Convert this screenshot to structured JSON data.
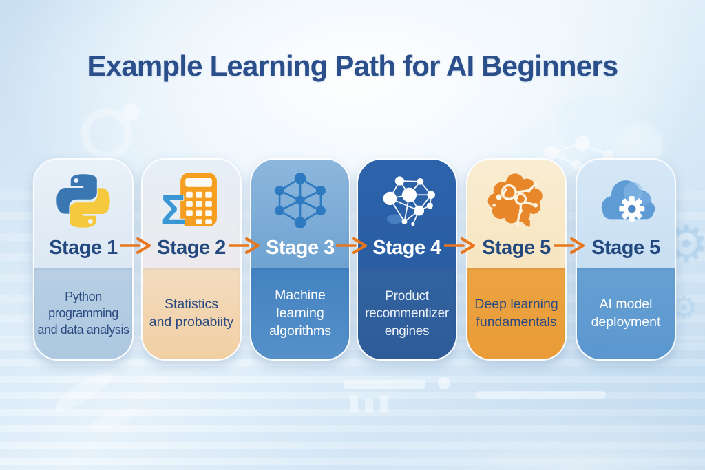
{
  "title": "Example Learning Path for AI Beginners",
  "arrow_color": "#e8761d",
  "title_color": "#2b4f8a",
  "stages": [
    {
      "label": "Stage 1",
      "icon": "python-icon",
      "description": "Python\nprogramming\nand data analysis",
      "theme": {
        "top": "#e9f1f9",
        "top2": "#dce8f3",
        "bottom": "#b8cfe4",
        "bottom2": "#adc8e0",
        "label_color": "#24497f",
        "desc_color": "#2b4a80"
      }
    },
    {
      "label": "Stage 2",
      "icon": "sigma-calculator-icon",
      "description": "Statistics\nand probabiity",
      "theme": {
        "top": "#e6eef8",
        "top2": "#eceaec",
        "bottom": "#f3dcc0",
        "bottom2": "#f1cfa2",
        "label_color": "#24497f",
        "desc_color": "#2b4a80"
      }
    },
    {
      "label": "Stage 3",
      "icon": "neural-network-icon",
      "description": "Machine\nlearning\nalgorithms",
      "theme": {
        "top": "#8db7dd",
        "top2": "#6fa3d1",
        "bottom": "#4482c1",
        "bottom2": "#5590c9",
        "label_color": "#ffffff",
        "desc_color": "#ffffff"
      }
    },
    {
      "label": "Stage 4",
      "icon": "brain-network-icon",
      "description": "Product\nrecommentizer\nengines",
      "theme": {
        "top": "#2c63ab",
        "top2": "#2a5ea4",
        "bottom": "#32629f",
        "bottom2": "#2d5c99",
        "label_color": "#ffffff",
        "desc_color": "#eaf1f9"
      }
    },
    {
      "label": "Stage 5",
      "icon": "brain-circuit-icon",
      "description": "Deep learning\nfundamentals",
      "theme": {
        "top": "#f9edd2",
        "top2": "#f7e5c0",
        "bottom": "#eca342",
        "bottom2": "#e99c37",
        "label_color": "#24497f",
        "desc_color": "#2b4a80"
      }
    },
    {
      "label": "Stage 5",
      "icon": "cloud-gear-icon",
      "description": "AI model\ndeployment",
      "theme": {
        "top": "#d6e8f7",
        "top2": "#c8dff2",
        "bottom": "#66a0d3",
        "bottom2": "#5b97cf",
        "label_color": "#24497f",
        "desc_color": "#ffffff"
      }
    }
  ]
}
